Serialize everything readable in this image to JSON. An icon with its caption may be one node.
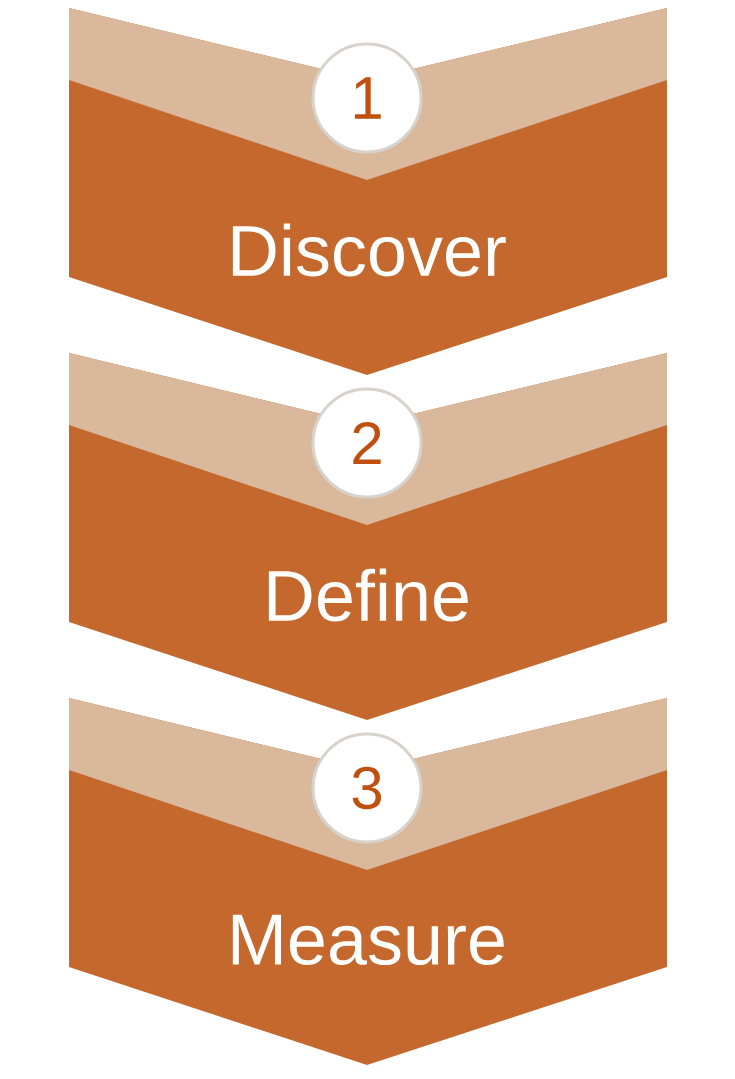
{
  "diagram": {
    "nodes": [
      {
        "text": [
          "Discover"
        ]
      },
      {
        "text": [
          "1"
        ],
        "in": 0
      },
      {
        "text": [
          "Define"
        ]
      },
      {
        "text": [
          "2"
        ],
        "in": 2
      },
      {
        "text": [
          "Measure"
        ]
      },
      {
        "text": [
          "3"
        ],
        "in": 4
      }
    ]
  }
}
